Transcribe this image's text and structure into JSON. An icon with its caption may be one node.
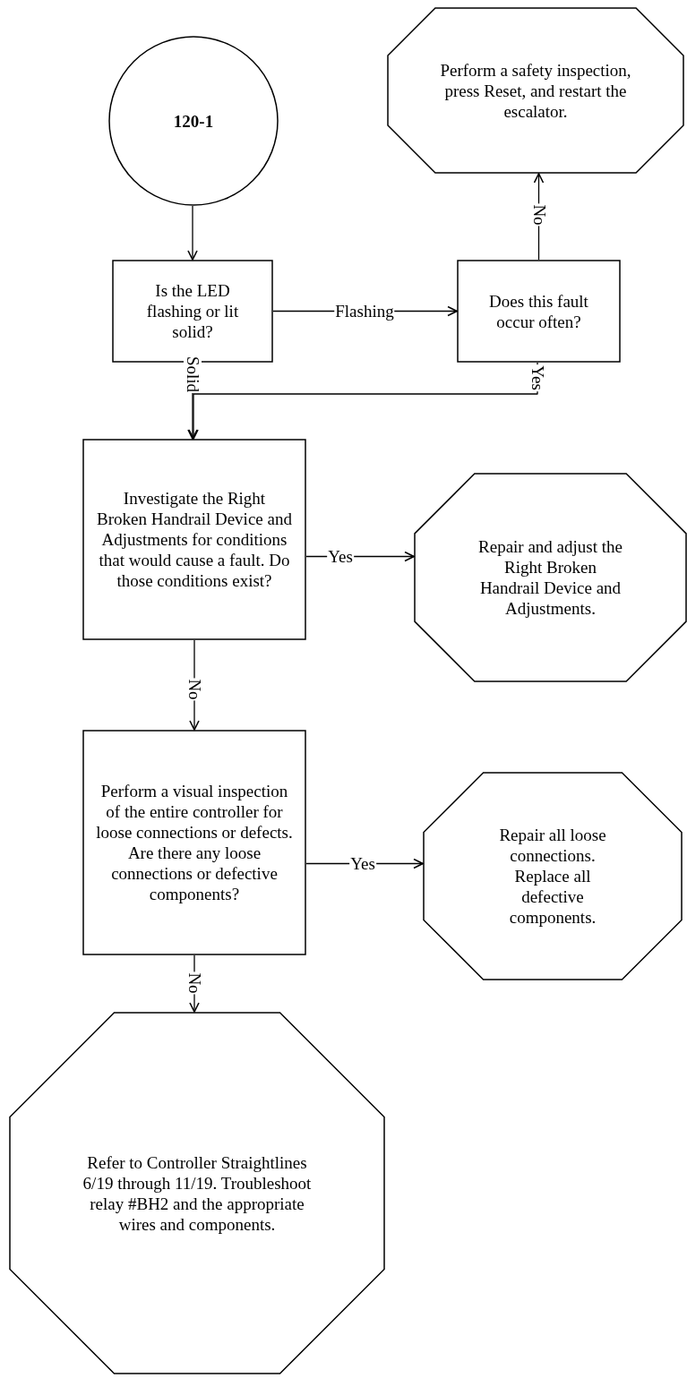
{
  "diagram": {
    "nodes": [
      {
        "text": [
          "120-1"
        ]
      },
      {
        "text": [
          "Perform a safety inspection, press Reset, and restart the escalator."
        ]
      },
      {
        "text": [
          "Is the LED flashing or lit solid?"
        ]
      },
      {
        "text": [
          "Does this fault occur often?"
        ]
      },
      {
        "text": [
          "Investigate the Right Broken Handrail Device and Adjustments for conditions that would cause a fault. Do those conditions exist?"
        ]
      },
      {
        "text": [
          "Repair and adjust the Right Broken Handrail Device and Adjustments."
        ]
      },
      {
        "text": [
          "Perform a visual inspection of the entire controller for loose connections or defects. Are there any loose connections or defective components?"
        ]
      },
      {
        "text": [
          "Repair all loose connections. Replace all defective components."
        ]
      },
      {
        "text": [
          "Refer to Controller Straightlines 6/19 through 11/19. Troubleshoot relay #BH2 and the appropriate wires and components."
        ]
      }
    ],
    "edges": [
      {
        "from": 0,
        "to": 2,
        "arrow": "to"
      },
      {
        "from": 2,
        "to": 3,
        "arrow": "to",
        "label": "Flashing"
      },
      {
        "from": 3,
        "to": 1,
        "arrow": "to",
        "label": "No"
      },
      {
        "from": 3,
        "to": 4,
        "arrow": "to",
        "label": "Yes"
      },
      {
        "from": 2,
        "to": 4,
        "arrow": "to",
        "label": "Solid"
      },
      {
        "from": 4,
        "to": 5,
        "arrow": "to",
        "label": "Yes"
      },
      {
        "from": 4,
        "to": 6,
        "arrow": "to",
        "label": "No"
      },
      {
        "from": 6,
        "to": 7,
        "arrow": "to",
        "label": "Yes"
      },
      {
        "from": 6,
        "to": 8,
        "arrow": "to",
        "label": "No"
      }
    ]
  }
}
